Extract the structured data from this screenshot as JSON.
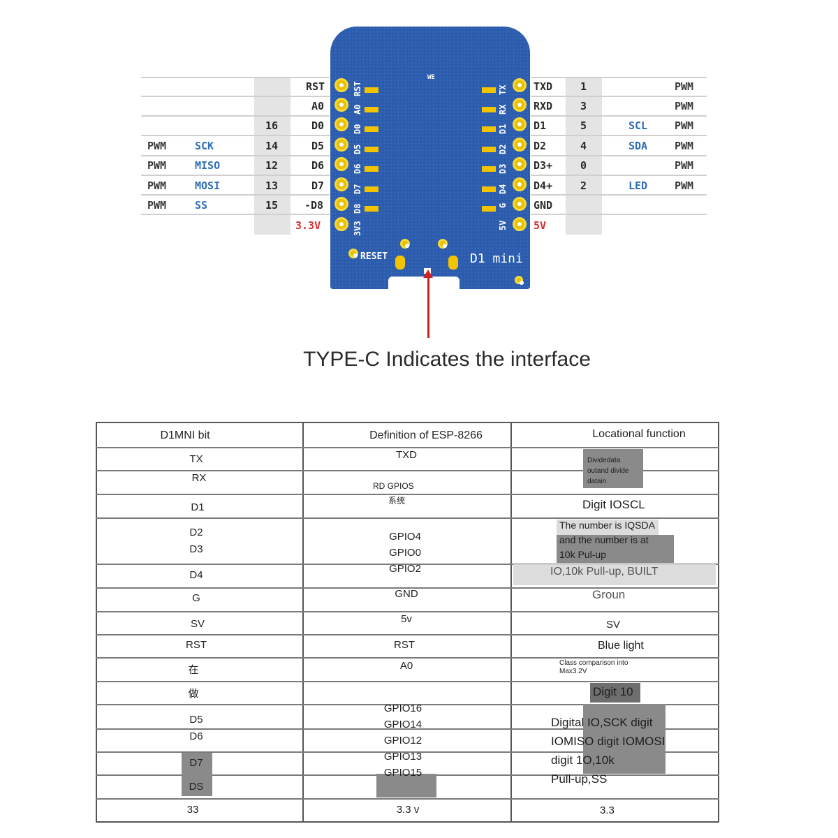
{
  "pinout": {
    "left_rows": [
      {
        "func1": "",
        "func2": "",
        "gpio": "",
        "pin": "RST",
        "pin_color": "black"
      },
      {
        "func1": "",
        "func2": "",
        "gpio": "",
        "pin": "A0",
        "pin_color": "black"
      },
      {
        "func1": "",
        "func2": "",
        "gpio": "16",
        "pin": "D0",
        "pin_color": "black"
      },
      {
        "func1": "PWM",
        "func2": "SCK",
        "gpio": "14",
        "pin": "D5",
        "pin_color": "black"
      },
      {
        "func1": "PWM",
        "func2": "MISO",
        "gpio": "12",
        "pin": "D6",
        "pin_color": "black"
      },
      {
        "func1": "PWM",
        "func2": "MOSI",
        "gpio": "13",
        "pin": "D7",
        "pin_color": "black"
      },
      {
        "func1": "PWM",
        "func2": "SS",
        "gpio": "15",
        "pin": "-D8",
        "pin_color": "black"
      },
      {
        "func1": "",
        "func2": "",
        "gpio": "",
        "pin": "3.3V",
        "pin_color": "red"
      }
    ],
    "right_rows": [
      {
        "pin": "TXD",
        "gpio": "1",
        "func2": "",
        "func1": "PWM",
        "pin_color": "black"
      },
      {
        "pin": "RXD",
        "gpio": "3",
        "func2": "",
        "func1": "PWM",
        "pin_color": "black"
      },
      {
        "pin": "D1",
        "gpio": "5",
        "func2": "SCL",
        "func1": "PWM",
        "pin_color": "black"
      },
      {
        "pin": "D2",
        "gpio": "4",
        "func2": "SDA",
        "func1": "PWM",
        "pin_color": "black"
      },
      {
        "pin": "D3+",
        "gpio": "0",
        "func2": "",
        "func1": "PWM",
        "pin_color": "black"
      },
      {
        "pin": "D4+",
        "gpio": "2",
        "func2": "LED",
        "func1": "PWM",
        "pin_color": "black"
      },
      {
        "pin": "GND",
        "gpio": "",
        "func2": "",
        "func1": "",
        "pin_color": "black"
      },
      {
        "pin": "5V",
        "gpio": "",
        "func2": "",
        "func1": "",
        "pin_color": "red"
      }
    ],
    "board": {
      "left_silk": [
        "RST",
        "A0",
        "D0",
        "D5",
        "D6",
        "D7",
        "D8",
        "3V3"
      ],
      "right_silk": [
        "TX",
        "RX",
        "D1",
        "D2",
        "D3",
        "D4",
        "G",
        "5V"
      ],
      "reset_label": "RESET",
      "name_label": "D1 mini",
      "top_mark": "WE",
      "color": "#2b5cae"
    },
    "caption": "TYPE-C Indicates the interface"
  },
  "table": {
    "headers": [
      "D1MNI bit",
      "Definition of ESP-8266",
      "Locational function"
    ],
    "col1": [
      "TX",
      "RX",
      "D1",
      "D2",
      "D3",
      "D4",
      "G",
      "SV",
      "RST",
      "在",
      "做",
      "D5",
      "D6",
      "D7",
      "DS",
      "33"
    ],
    "col2": [
      "TXD",
      "RD GPIOS",
      "系统",
      "GPIO4",
      "GPIO0",
      "GPIO2",
      "GND",
      "5v",
      "RST",
      "A0",
      "GPIO16",
      "GPIO14",
      "GPIO12",
      "GPIO13",
      "GPIO15",
      "3.3 v"
    ],
    "col3": {
      "tx_note": [
        "Dividedata",
        "outand divide",
        "datain"
      ],
      "d1_note": "Digit IOSCL",
      "d2_note": [
        "The number is IQSDA",
        "and the number is at",
        "10k Pul-up"
      ],
      "d4_note": "IO,10k Pull-up, BUILT",
      "g_note": "Groun",
      "sv_note": "SV",
      "rst_note": "Blue light",
      "a0_note": [
        "Class comparison into",
        "Max3.2V"
      ],
      "d0_note": "Digit 10",
      "spi_note": [
        "Digital IO,SCK digit",
        "IOMISO digit IOMOSI",
        "digit 1O,10k",
        "Pull-up,SS"
      ],
      "v33_note": "3.3"
    }
  }
}
